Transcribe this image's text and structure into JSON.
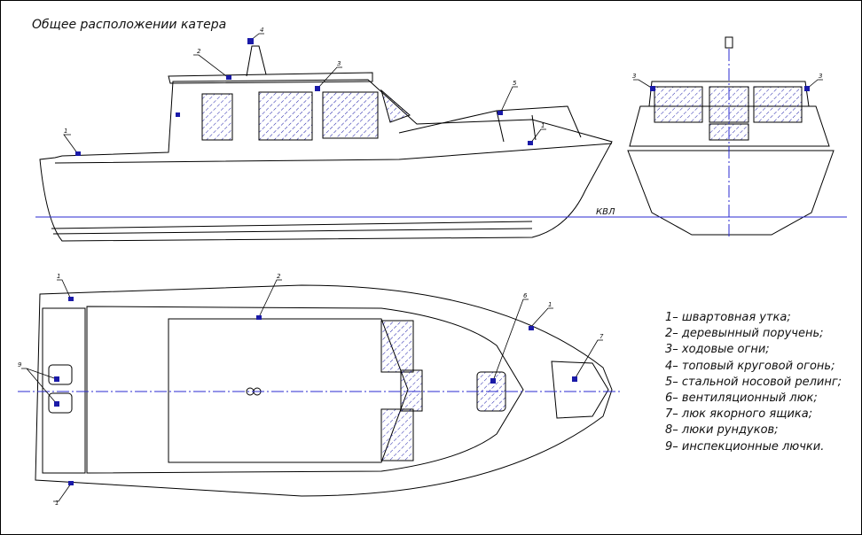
{
  "title": "Общее расположении катера",
  "waterline_label": "КВЛ",
  "callouts": {
    "side": [
      "1",
      "2",
      "4",
      "3",
      "5",
      "1"
    ],
    "front": [
      "3",
      "3"
    ],
    "plan": [
      "1",
      "2",
      "6",
      "1",
      "7",
      "9",
      "1"
    ]
  },
  "legend": [
    "1– швартовная утка;",
    "2– деревынный поручень;",
    "3– ходовые огни;",
    "4– топовый круговой огонь;",
    "5– стальной носовой релинг;",
    "6– вентиляционный люк;",
    "7– люк якорного ящика;",
    "8– люки рундуков;",
    "9– инспекционные лючки."
  ],
  "colors": {
    "line": "#000000",
    "marker": "#1a1aa8",
    "axis": "#2a2ad0"
  }
}
